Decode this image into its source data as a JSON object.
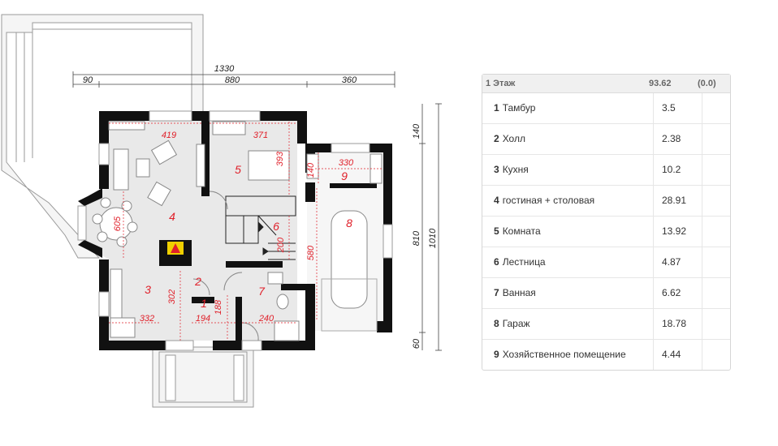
{
  "plan": {
    "dims": {
      "total_width": "1330",
      "seg_left": "90",
      "seg_mid": "880",
      "seg_right": "360",
      "right_top": "140",
      "right_mid": "810",
      "right_total": "1010",
      "right_bottom": "60"
    },
    "rooms": [
      {
        "num": "1"
      },
      {
        "num": "2"
      },
      {
        "num": "3"
      },
      {
        "num": "4"
      },
      {
        "num": "5"
      },
      {
        "num": "6"
      },
      {
        "num": "7"
      },
      {
        "num": "8"
      },
      {
        "num": "9"
      }
    ],
    "room_dims": {
      "d419": "419",
      "d371": "371",
      "d393": "393",
      "d330": "330",
      "d140": "140",
      "d605": "605",
      "d200": "200",
      "d580": "580",
      "d302": "302",
      "d188": "188",
      "d332": "332",
      "d194": "194",
      "d240": "240"
    }
  },
  "table": {
    "floor_label": "1 Этаж",
    "floor_area": "93.62",
    "floor_extra": "(0.0)",
    "rows": [
      {
        "num": "1",
        "name": "Тамбур",
        "area": "3.5"
      },
      {
        "num": "2",
        "name": "Холл",
        "area": "2.38"
      },
      {
        "num": "3",
        "name": "Кухня",
        "area": "10.2"
      },
      {
        "num": "4",
        "name": "гостиная + столовая",
        "area": "28.91"
      },
      {
        "num": "5",
        "name": "Комната",
        "area": "13.92"
      },
      {
        "num": "6",
        "name": "Лестница",
        "area": "4.87"
      },
      {
        "num": "7",
        "name": "Ванная",
        "area": "6.62"
      },
      {
        "num": "8",
        "name": "Гараж",
        "area": "18.78"
      },
      {
        "num": "9",
        "name": "Хозяйственное помещение",
        "area": "4.44"
      }
    ]
  },
  "colors": {
    "wall": "#111111",
    "floor": "#e9e9e9",
    "terrace": "#f4f4f4",
    "room_label": "#e0202a"
  }
}
